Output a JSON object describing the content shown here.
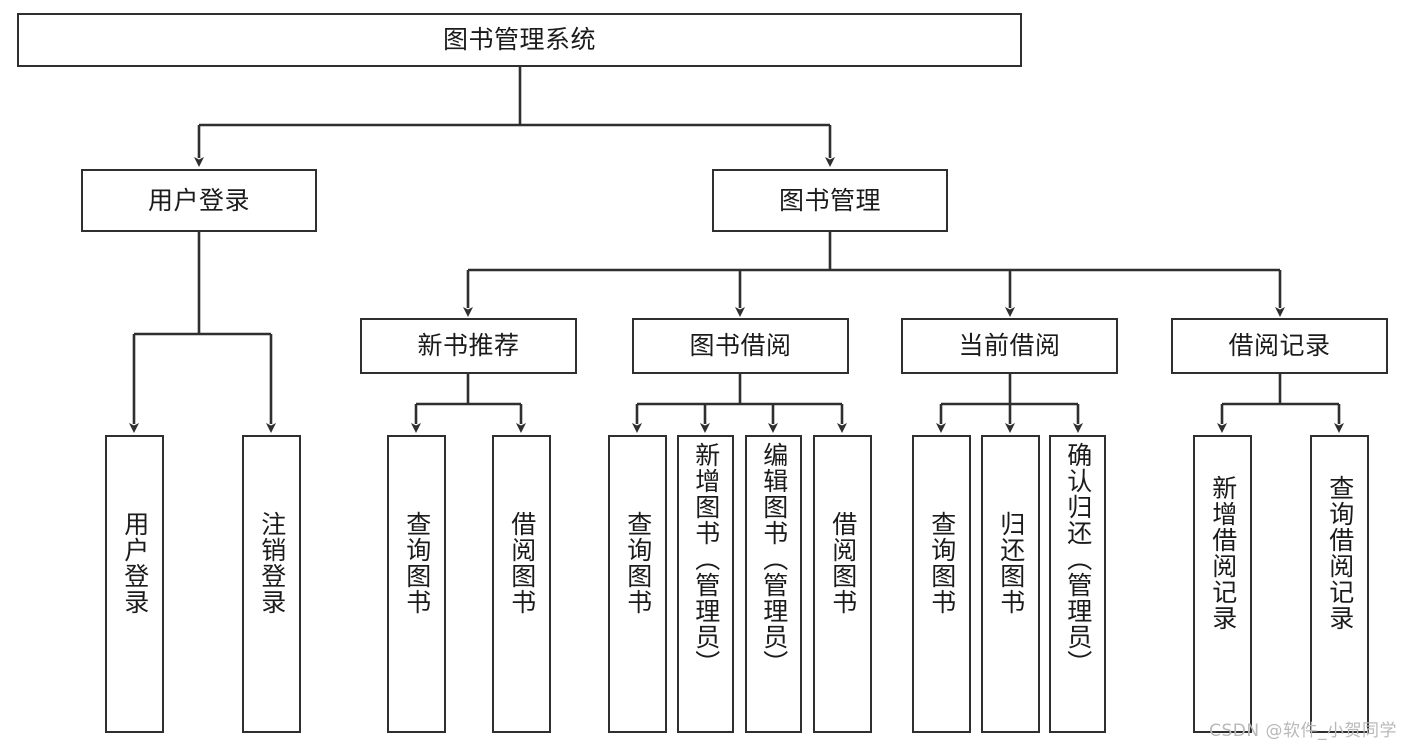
{
  "diagram": {
    "type": "tree-hierarchy",
    "title": "图书管理系统",
    "watermark": "CSDN @软件_小贺同学",
    "colors": {
      "stroke": "#2f2f2f",
      "fill": "#ffffff",
      "text": "#1b1b1b",
      "watermark": "#b9b9b9"
    },
    "nodes": {
      "root": {
        "label": "图书管理系统",
        "level": 0
      },
      "l1": [
        {
          "id": "user-login",
          "label": "用户登录"
        },
        {
          "id": "book-manage",
          "label": "图书管理"
        }
      ],
      "l2": [
        {
          "id": "new-book-rec",
          "label": "新书推荐",
          "parent": "book-manage"
        },
        {
          "id": "book-borrow",
          "label": "图书借阅",
          "parent": "book-manage"
        },
        {
          "id": "current-borrow",
          "label": "当前借阅",
          "parent": "book-manage"
        },
        {
          "id": "borrow-record",
          "label": "借阅记录",
          "parent": "book-manage"
        }
      ],
      "leaves": [
        {
          "id": "leaf-user-login",
          "label": "用户登录",
          "parent": "user-login"
        },
        {
          "id": "leaf-user-logout",
          "label": "注销登录",
          "parent": "user-login"
        },
        {
          "id": "leaf-query-book-1",
          "label": "查询图书",
          "parent": "new-book-rec"
        },
        {
          "id": "leaf-borrow-book-1",
          "label": "借阅图书",
          "parent": "new-book-rec"
        },
        {
          "id": "leaf-query-book-2",
          "label": "查询图书",
          "parent": "book-borrow"
        },
        {
          "id": "leaf-add-book",
          "label": "新增图书（管理员）",
          "parent": "book-borrow"
        },
        {
          "id": "leaf-edit-book",
          "label": "编辑图书（管理员）",
          "parent": "book-borrow"
        },
        {
          "id": "leaf-borrow-book-2",
          "label": "借阅图书",
          "parent": "book-borrow"
        },
        {
          "id": "leaf-query-book-3",
          "label": "查询图书",
          "parent": "current-borrow"
        },
        {
          "id": "leaf-return-book",
          "label": "归还图书",
          "parent": "current-borrow"
        },
        {
          "id": "leaf-confirm-return",
          "label": "确认归还（管理员）",
          "parent": "current-borrow"
        },
        {
          "id": "leaf-add-record",
          "label": "新增借阅记录",
          "parent": "borrow-record"
        },
        {
          "id": "leaf-query-record",
          "label": "查询借阅记录",
          "parent": "borrow-record"
        }
      ]
    }
  }
}
